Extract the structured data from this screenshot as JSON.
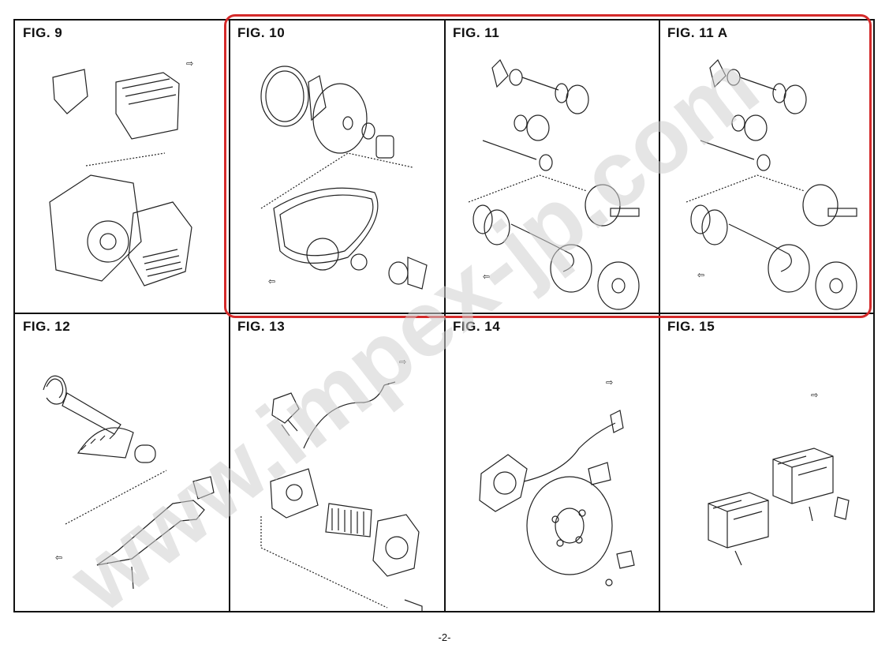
{
  "figures": [
    {
      "label": "FIG. 9"
    },
    {
      "label": "FIG. 10"
    },
    {
      "label": "FIG. 11"
    },
    {
      "label": "FIG. 11 A"
    },
    {
      "label": "FIG. 12"
    },
    {
      "label": "FIG. 13"
    },
    {
      "label": "FIG. 14"
    },
    {
      "label": "FIG. 15"
    }
  ],
  "page_number": "-2-",
  "watermark": "www.impex-jp.com",
  "colors": {
    "highlight": "#d42a2a",
    "line": "#111111",
    "watermark": "#cfcfcf"
  }
}
